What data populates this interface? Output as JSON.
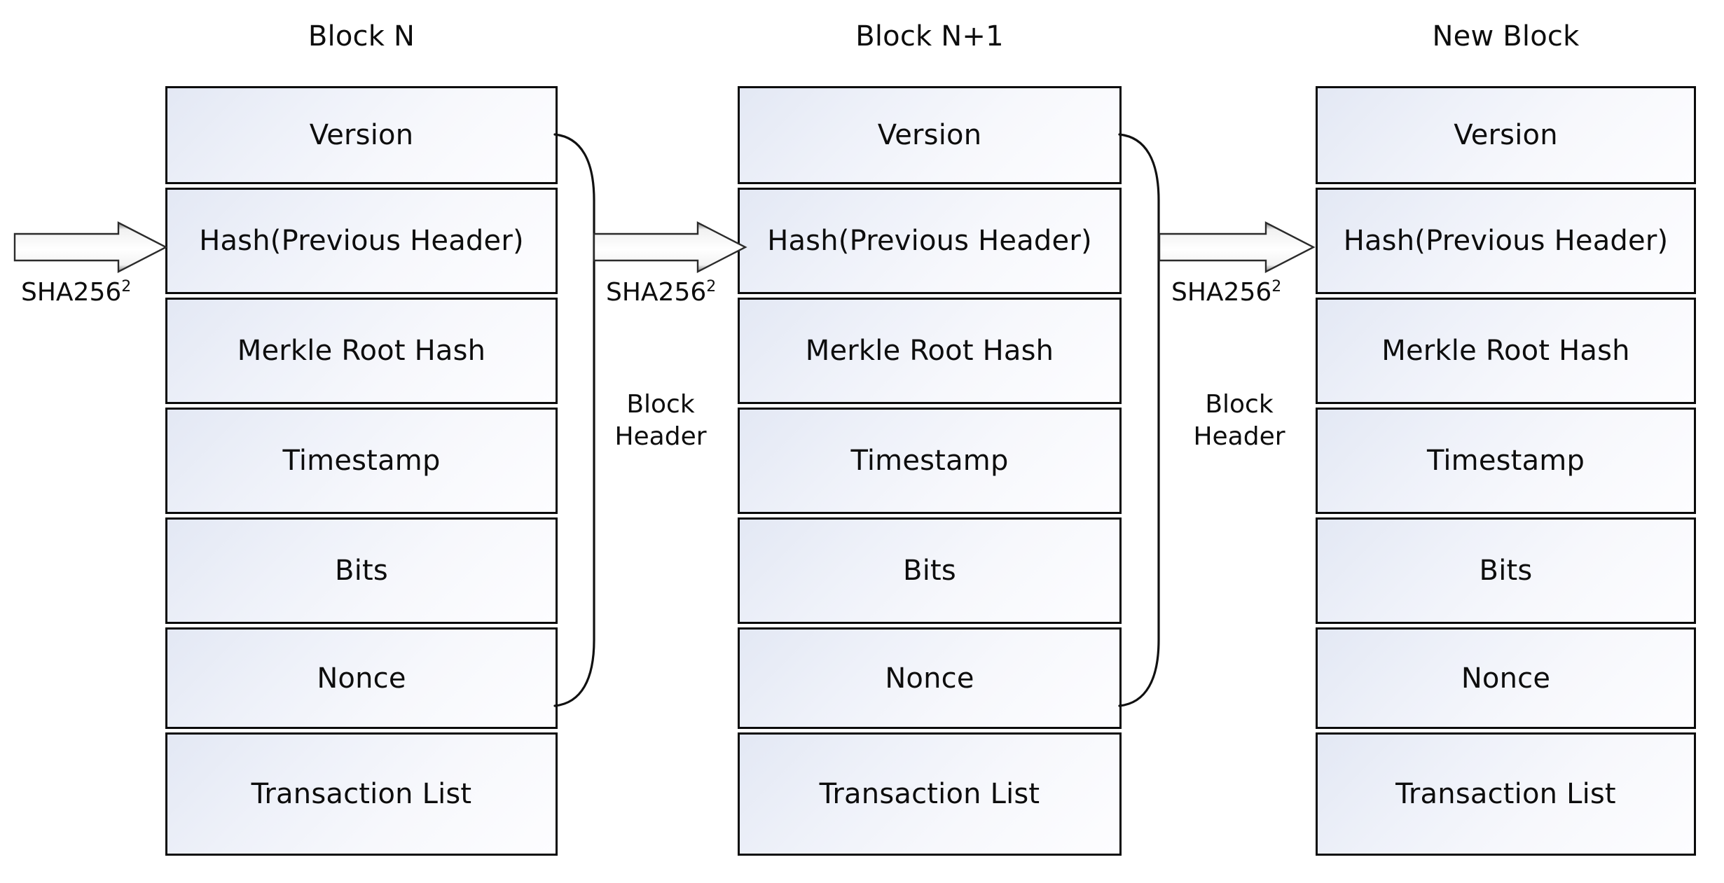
{
  "diagram": {
    "title_row": [
      {
        "label": "Block N"
      },
      {
        "label": "Block N+1"
      },
      {
        "label": "New Block"
      }
    ],
    "fields": [
      "Version",
      "Hash(Previous Header)",
      "Merkle Root Hash",
      "Timestamp",
      "Bits",
      "Nonce",
      "Transaction List"
    ],
    "blocks": [
      {
        "name": "Block N",
        "fields": [
          "Version",
          "Hash(Previous Header)",
          "Merkle Root Hash",
          "Timestamp",
          "Bits",
          "Nonce",
          "Transaction List"
        ]
      },
      {
        "name": "Block N+1",
        "fields": [
          "Version",
          "Hash(Previous Header)",
          "Merkle Root Hash",
          "Timestamp",
          "Bits",
          "Nonce",
          "Transaction List"
        ]
      },
      {
        "name": "New Block",
        "fields": [
          "Version",
          "Hash(Previous Header)",
          "Merkle Root Hash",
          "Timestamp",
          "Bits",
          "Nonce",
          "Transaction List"
        ]
      }
    ],
    "arrows": [
      {
        "caption_base": "SHA256",
        "caption_sup": "2"
      },
      {
        "caption_base": "SHA256",
        "caption_sup": "2"
      },
      {
        "caption_base": "SHA256",
        "caption_sup": "2"
      }
    ],
    "brackets": [
      {
        "label": "Block\nHeader",
        "spans": "Version..Nonce"
      },
      {
        "label": "Block\nHeader",
        "spans": "Version..Nonce"
      }
    ],
    "colors": {
      "box_border": "#0b0b0b",
      "box_fill_start": "#e3e8f4",
      "box_fill_end": "#fdfdff",
      "text": "#0d0d0d",
      "background": "#ffffff"
    }
  }
}
